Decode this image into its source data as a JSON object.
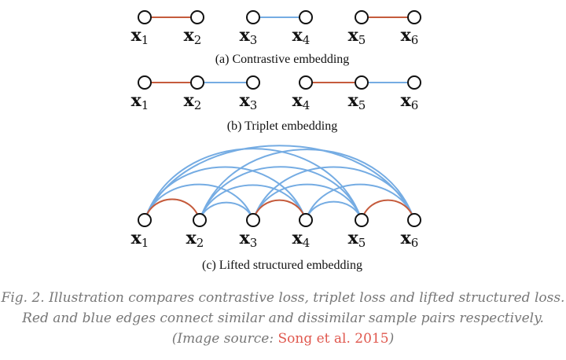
{
  "colors": {
    "similar": "#c55b3c",
    "dissimilar": "#75ace3"
  },
  "panels": [
    {
      "caption": "(a) Contrastive embedding",
      "nodes": [
        "x1",
        "x2",
        "x3",
        "x4",
        "x5",
        "x6"
      ],
      "node_labels": [
        [
          "x",
          "1"
        ],
        [
          "x",
          "2"
        ],
        [
          "x",
          "3"
        ],
        [
          "x",
          "4"
        ],
        [
          "x",
          "5"
        ],
        [
          "x",
          "6"
        ]
      ],
      "edges": [
        {
          "from": 0,
          "to": 1,
          "type": "similar"
        },
        {
          "from": 2,
          "to": 3,
          "type": "dissimilar"
        },
        {
          "from": 4,
          "to": 5,
          "type": "similar"
        }
      ]
    },
    {
      "caption": "(b) Triplet embedding",
      "nodes": [
        "x1",
        "x2",
        "x3",
        "x4",
        "x5",
        "x6"
      ],
      "node_labels": [
        [
          "x",
          "1"
        ],
        [
          "x",
          "2"
        ],
        [
          "x",
          "3"
        ],
        [
          "x",
          "4"
        ],
        [
          "x",
          "5"
        ],
        [
          "x",
          "6"
        ]
      ],
      "edges": [
        {
          "from": 0,
          "to": 1,
          "type": "similar"
        },
        {
          "from": 1,
          "to": 2,
          "type": "dissimilar"
        },
        {
          "from": 3,
          "to": 4,
          "type": "similar"
        },
        {
          "from": 4,
          "to": 5,
          "type": "dissimilar"
        }
      ]
    },
    {
      "caption": "(c) Lifted structured embedding",
      "nodes": [
        "x1",
        "x2",
        "x3",
        "x4",
        "x5",
        "x6"
      ],
      "node_labels": [
        [
          "x",
          "1"
        ],
        [
          "x",
          "2"
        ],
        [
          "x",
          "3"
        ],
        [
          "x",
          "4"
        ],
        [
          "x",
          "5"
        ],
        [
          "x",
          "6"
        ]
      ],
      "similar_arcs": [
        [
          0,
          1
        ],
        [
          2,
          3
        ],
        [
          4,
          5
        ]
      ],
      "dissimilar_arcs": [
        [
          0,
          2
        ],
        [
          0,
          3
        ],
        [
          0,
          4
        ],
        [
          0,
          5
        ],
        [
          1,
          2
        ],
        [
          1,
          3
        ],
        [
          1,
          4
        ],
        [
          1,
          5
        ],
        [
          2,
          4
        ],
        [
          2,
          5
        ],
        [
          3,
          4
        ],
        [
          3,
          5
        ]
      ]
    }
  ],
  "caption": {
    "text": "Fig. 2. Illustration compares contrastive loss, triplet loss and lifted structured loss. Red and blue edges connect similar and dissimilar sample pairs respectively. (Image source: ",
    "link": "Song et al. 2015",
    "suffix": ")"
  }
}
